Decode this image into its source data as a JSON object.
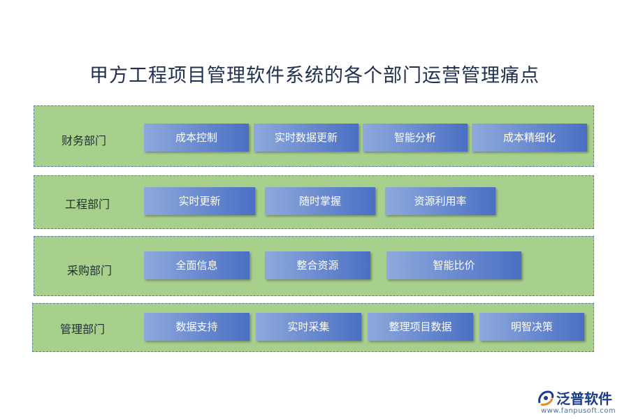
{
  "title": "甲方工程项目管理软件系统的各个部门运营管理痛点",
  "departments": [
    {
      "label": "财务部门",
      "items": [
        "成本控制",
        "实时数据更新",
        "智能分析",
        "成本精细化"
      ]
    },
    {
      "label": "工程部门",
      "items": [
        "实时更新",
        "随时掌握",
        "资源利用率"
      ]
    },
    {
      "label": "采购部门",
      "items": [
        "全面信息",
        "整合资源",
        "智能比价"
      ]
    },
    {
      "label": "管理部门",
      "items": [
        "数据支持",
        "实时采集",
        "整理项目数据",
        "明智决策"
      ]
    }
  ],
  "logo": {
    "name": "泛普软件",
    "url": "www.fanpusoft.com",
    "icon": "fanpu-logo-icon"
  },
  "colors": {
    "row_bg": "#a8d08d",
    "row_border": "#5a7fb0",
    "box_from": "#8ea9db",
    "box_to": "#4a6fc4",
    "title": "#1f2f4f"
  }
}
